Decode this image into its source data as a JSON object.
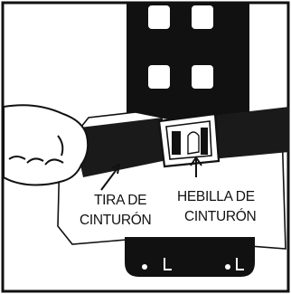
{
  "labels": {
    "strap_line1": "TIRA DE",
    "strap_line2": "CINTURÓN",
    "buckle_line1": "HEBILLA DE",
    "buckle_line2": "CINTURÓN"
  },
  "colors": {
    "ink": "#111111",
    "paper": "#ffffff",
    "strap": "#1a1a1a"
  }
}
